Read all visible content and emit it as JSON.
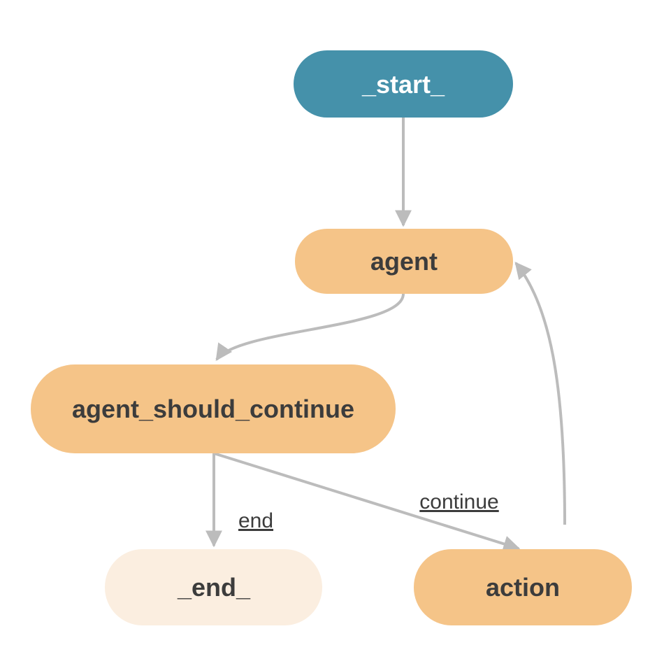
{
  "diagram": {
    "colors": {
      "start_fill": "#4591aa",
      "start_text": "#ffffff",
      "node_fill": "#f5c488",
      "end_fill": "#fbeee0",
      "node_text": "#3c3c3c",
      "edge": "#bcbcbc",
      "edge_label": "#3c3c3c"
    },
    "nodes": {
      "start": {
        "label": "_start_"
      },
      "agent": {
        "label": "agent"
      },
      "agent_should_continue": {
        "label": "agent_should_continue"
      },
      "end": {
        "label": "_end_"
      },
      "action": {
        "label": "action"
      }
    },
    "edges": {
      "start_to_agent": {
        "from": "_start_",
        "to": "agent"
      },
      "agent_to_should_continue": {
        "from": "agent",
        "to": "agent_should_continue"
      },
      "should_continue_to_end": {
        "from": "agent_should_continue",
        "to": "_end_",
        "label": "end"
      },
      "should_continue_to_action": {
        "from": "agent_should_continue",
        "to": "action",
        "label": "continue"
      },
      "action_to_agent": {
        "from": "action",
        "to": "agent"
      }
    }
  }
}
